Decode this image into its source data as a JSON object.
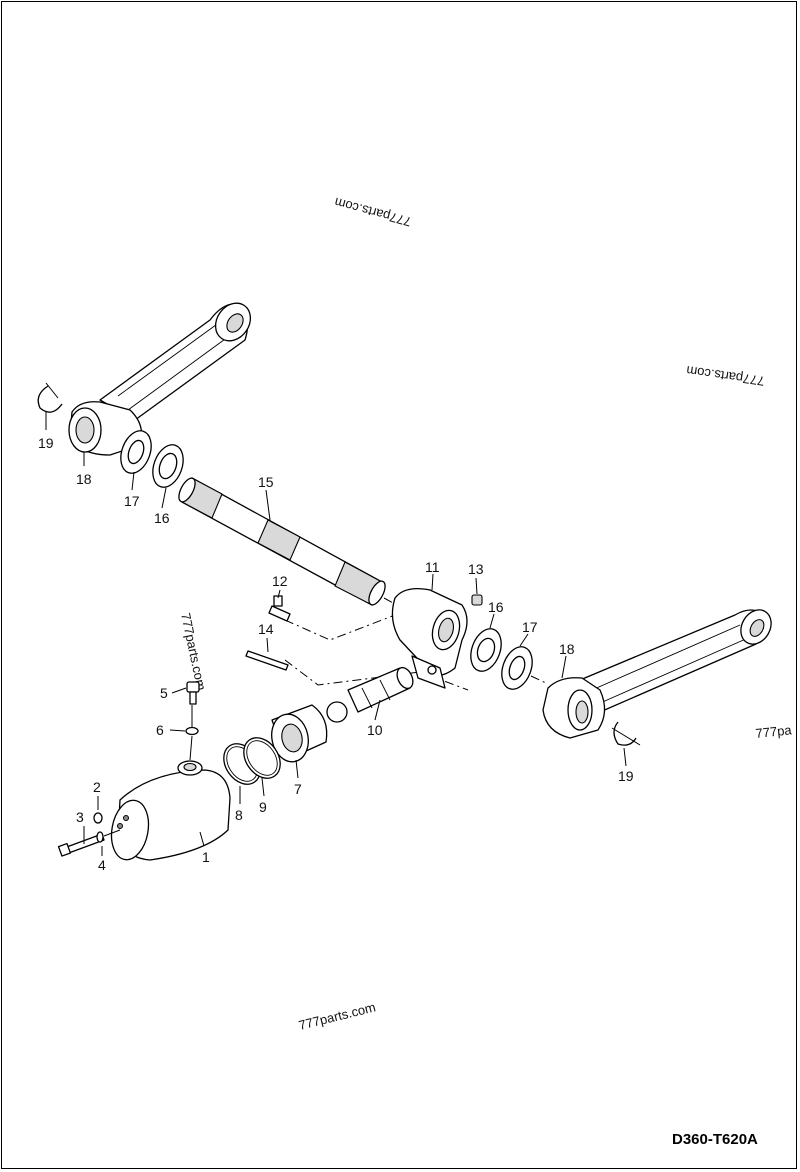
{
  "drawing": {
    "code": "D360-T620A",
    "watermarks": [
      "777parts.com",
      "777parts.com",
      "777parts.com",
      "777parts.com",
      "777pa"
    ]
  },
  "callouts": {
    "c1": "1",
    "c2": "2",
    "c3": "3",
    "c4": "4",
    "c5": "5",
    "c6": "6",
    "c7": "7",
    "c8": "8",
    "c9": "9",
    "c10": "10",
    "c11": "11",
    "c12": "12",
    "c13": "13",
    "c14": "14",
    "c15": "15",
    "c16a": "16",
    "c16b": "16",
    "c17a": "17",
    "c17b": "17",
    "c18a": "18",
    "c18b": "18",
    "c19a": "19",
    "c19b": "19"
  }
}
